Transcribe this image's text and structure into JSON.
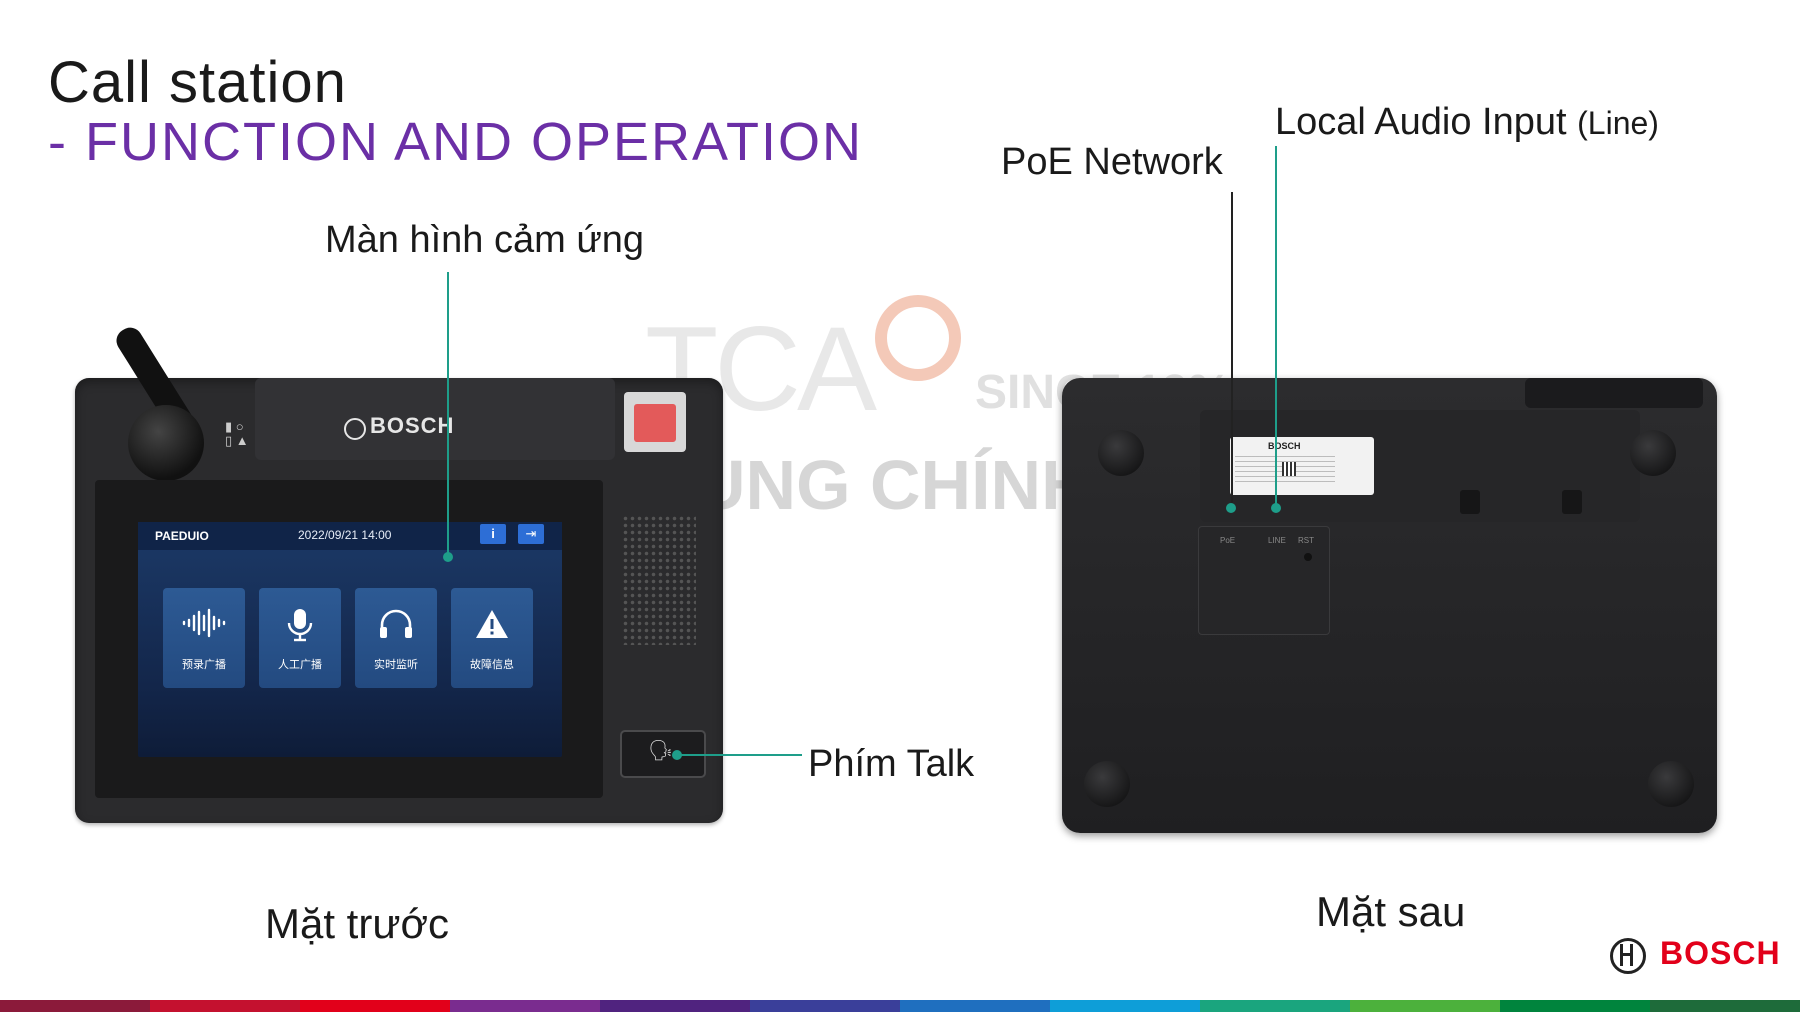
{
  "title": {
    "main": "Call station",
    "subtitle": "- FUNCTION AND OPERATION"
  },
  "callouts": {
    "touch_screen": "Màn hình cảm ứng",
    "talk_key": "Phím Talk",
    "poe_network": "PoE Network",
    "local_audio_input": "Local Audio Input",
    "local_audio_input_suffix": "(Line)"
  },
  "captions": {
    "front": "Mặt trước",
    "back": "Mặt sau"
  },
  "watermark": {
    "brand": "TCA",
    "since": "SINCE 19%",
    "name": "UNG CHÍNH"
  },
  "front_device": {
    "brand": "BOSCH",
    "screen": {
      "app_name": "PAEDUIO",
      "datetime": "2022/09/21  14:00",
      "info_icon": "info-icon",
      "exit_icon": "exit-icon",
      "tiles": [
        {
          "label": "预录广播",
          "icon": "waveform-icon"
        },
        {
          "label": "人工广播",
          "icon": "microphone-icon"
        },
        {
          "label": "实时监听",
          "icon": "headphones-icon"
        },
        {
          "label": "故障信息",
          "icon": "warning-icon"
        }
      ]
    }
  },
  "back_device": {
    "label_brand": "BOSCH",
    "port_labels": [
      "PoE",
      "LINE",
      "RST"
    ]
  },
  "logo": {
    "text": "BOSCH",
    "color": "#e2001a"
  },
  "colors": {
    "subtitle": "#6b2fa6",
    "leader": "#1e9e8a",
    "band": [
      "#8b1a3a",
      "#c4112f",
      "#e2001a",
      "#7a2c8f",
      "#50237f",
      "#3a3f9a",
      "#1f6fbf",
      "#0e9ed8",
      "#1aa57e",
      "#4cb13c",
      "#00843d",
      "#1e6b3a"
    ]
  }
}
